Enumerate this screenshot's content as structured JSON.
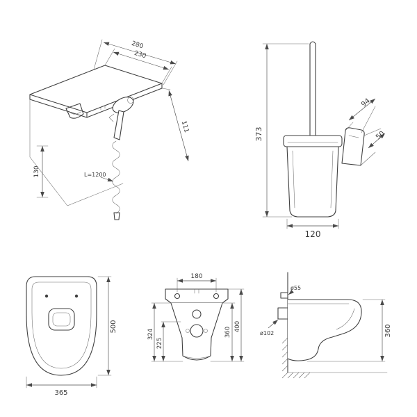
{
  "drawings": {
    "hygienic_shower": {
      "dims": {
        "shelf_top": "230",
        "shelf_width": "280",
        "bracket_height": "130",
        "side_depth": "111",
        "hose_length": "L=1200"
      }
    },
    "brush_holder": {
      "dims": {
        "total_height": "373",
        "bracket_depth": "94",
        "bracket_height": "50",
        "cup_width": "120"
      }
    },
    "toilet_plan": {
      "dims": {
        "width": "365",
        "depth": "500"
      }
    },
    "toilet_front": {
      "dims": {
        "mount_spacing": "180",
        "left_outer": "324",
        "left_inner": "225",
        "right_inner": "360",
        "right_outer": "400"
      }
    },
    "toilet_side": {
      "dims": {
        "drain": "ø102",
        "inlet": "ø55",
        "height": "360"
      }
    }
  }
}
